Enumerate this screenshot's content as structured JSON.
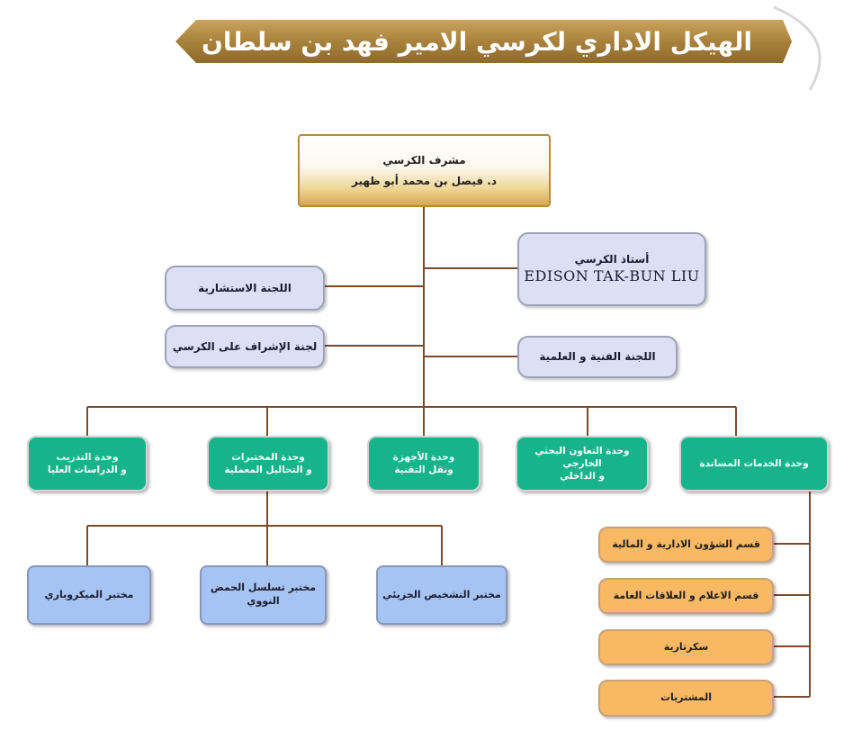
{
  "title": "الهيكل الاداري لكرسي الامير فهد بن سلطان",
  "colors": {
    "banner": "#b08a45",
    "connector": "#7a4a2c",
    "teal_unit": "#17b48c",
    "lavender_box": "#dcdff5",
    "blue_lab": "#a6c4f3",
    "orange_section": "#f8b864"
  },
  "supervisor": {
    "role": "مشرف الكرسي",
    "name": "د. فيصل بن محمد أبو ظهير"
  },
  "professor": {
    "role": "أستاذ الكرسي",
    "name": "EDISON TAK-BUN LIU"
  },
  "committees": {
    "advisory": "اللجنة الاستشارية",
    "oversight": "لجنة الإشراف على الكرسي",
    "technical": "اللجنة الفنية و العلمية"
  },
  "units": [
    {
      "line1": "وحدة الخدمات المساندة",
      "line2": ""
    },
    {
      "line1": "وحدة التعاون البحثي الخارجي",
      "line2": "و الداخلي"
    },
    {
      "line1": "وحدة الأجهزة",
      "line2": "ونقل التقنية"
    },
    {
      "line1": "وحدة المختبرات",
      "line2": "و التحاليل المعملية"
    },
    {
      "line1": "وحدة التدريب",
      "line2": "و الدراسات العليا"
    }
  ],
  "labs": [
    "مختبر التشخيص الجزيئي",
    "مختبر تسلسل الحمض النووي",
    "مختبر الميكروباري"
  ],
  "sections": [
    "قسم الشؤون الادارية و المالية",
    "قسم الاعلام و العلاقات العامة",
    "سكرتارية",
    "المشتريات"
  ]
}
